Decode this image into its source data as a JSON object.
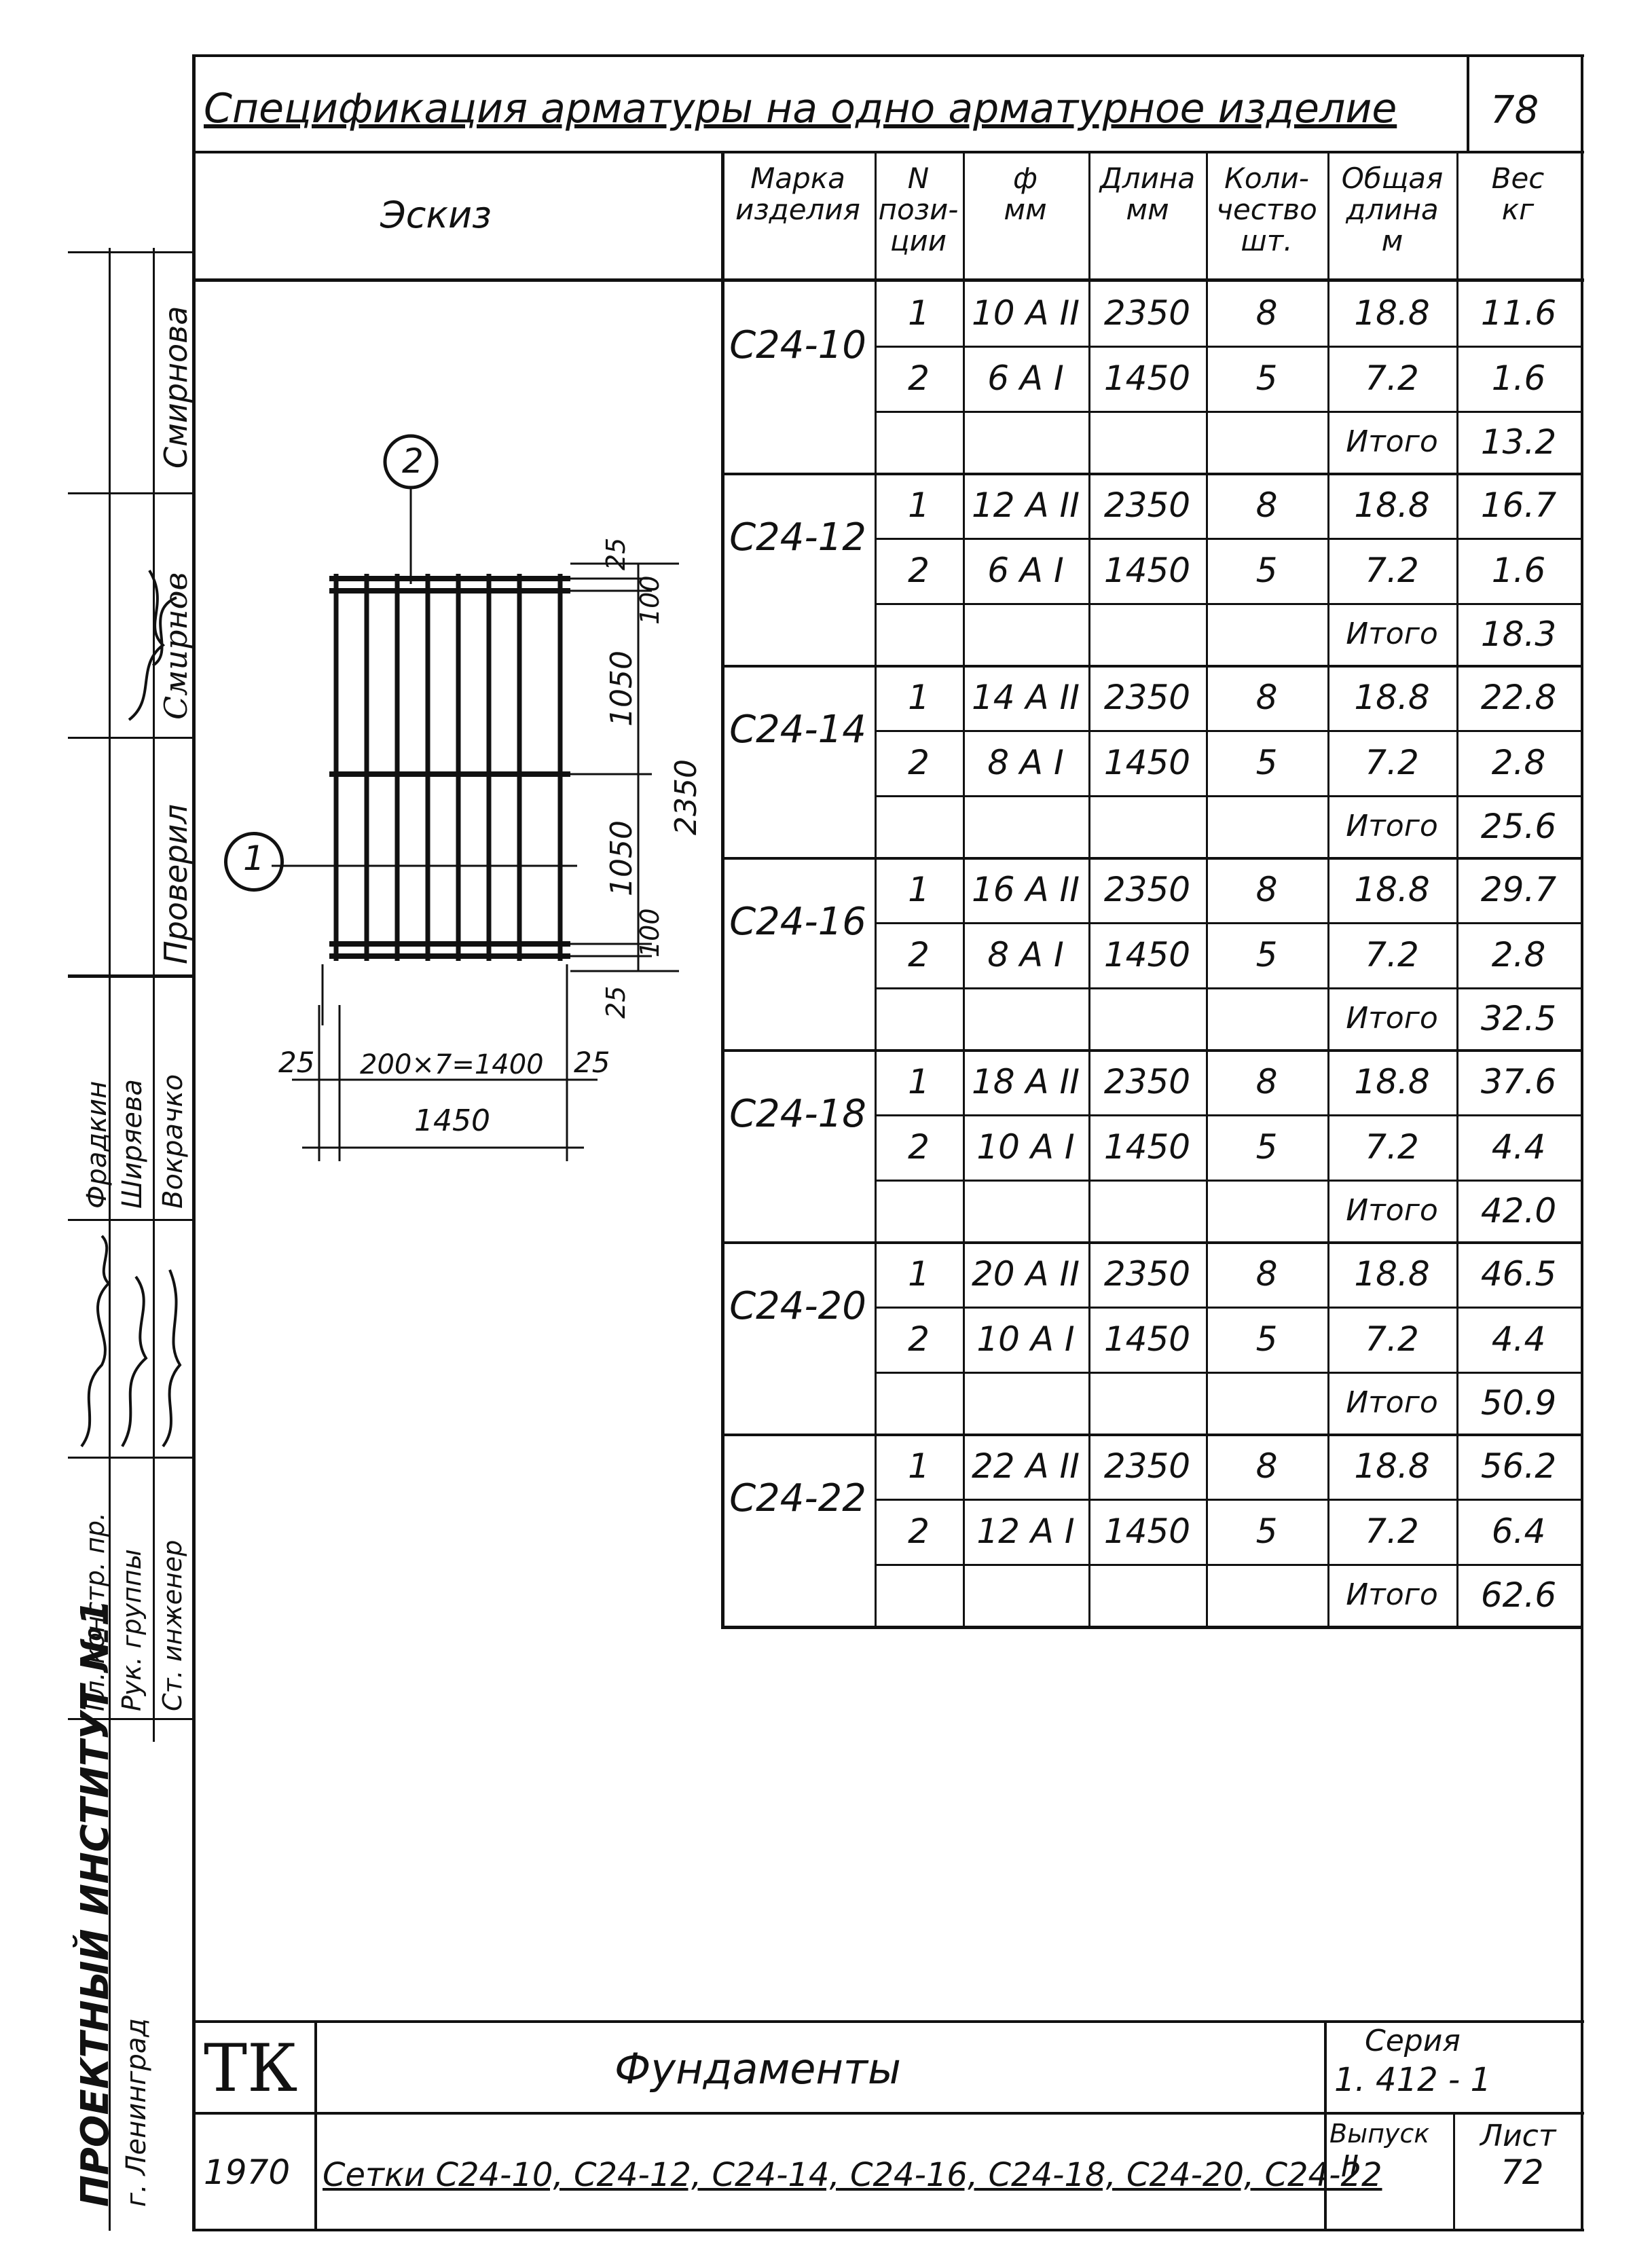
{
  "title": "Спецификация арматуры на одно арматурное изделие",
  "page_corner_number": "78",
  "table": {
    "columns": [
      "Эскиз",
      "Марка изделия",
      "N пози-ции",
      "ф мм",
      "Длина мм",
      "Коли-чество шт.",
      "Общая длина м",
      "Вес кг"
    ],
    "col_sketch": "Эскиз",
    "col_mark": [
      "Марка",
      "изделия"
    ],
    "col_pos": [
      "N",
      "пози-",
      "ции"
    ],
    "col_dia": [
      "ф",
      "мм"
    ],
    "col_len": [
      "Длина",
      "мм"
    ],
    "col_qty": [
      "Коли-",
      "чество",
      "шт."
    ],
    "col_total_len": [
      "Общая",
      "длина",
      "м"
    ],
    "col_weight": [
      "Вес",
      "кг"
    ],
    "groups": [
      {
        "mark": "С24-10",
        "rows": [
          {
            "pos": "1",
            "dia": "10 A II",
            "len": "2350",
            "qty": "8",
            "total": "18.8",
            "weight": "11.6"
          },
          {
            "pos": "2",
            "dia": "6 A I",
            "len": "1450",
            "qty": "5",
            "total": "7.2",
            "weight": "1.6"
          },
          {
            "pos": "",
            "dia": "",
            "len": "",
            "qty": "",
            "total": "Итого",
            "weight": "13.2"
          }
        ]
      },
      {
        "mark": "С24-12",
        "rows": [
          {
            "pos": "1",
            "dia": "12 A II",
            "len": "2350",
            "qty": "8",
            "total": "18.8",
            "weight": "16.7"
          },
          {
            "pos": "2",
            "dia": "6 A I",
            "len": "1450",
            "qty": "5",
            "total": "7.2",
            "weight": "1.6"
          },
          {
            "pos": "",
            "dia": "",
            "len": "",
            "qty": "",
            "total": "Итого",
            "weight": "18.3"
          }
        ]
      },
      {
        "mark": "С24-14",
        "rows": [
          {
            "pos": "1",
            "dia": "14 A II",
            "len": "2350",
            "qty": "8",
            "total": "18.8",
            "weight": "22.8"
          },
          {
            "pos": "2",
            "dia": "8 A I",
            "len": "1450",
            "qty": "5",
            "total": "7.2",
            "weight": "2.8"
          },
          {
            "pos": "",
            "dia": "",
            "len": "",
            "qty": "",
            "total": "Итого",
            "weight": "25.6"
          }
        ]
      },
      {
        "mark": "С24-16",
        "rows": [
          {
            "pos": "1",
            "dia": "16 A II",
            "len": "2350",
            "qty": "8",
            "total": "18.8",
            "weight": "29.7"
          },
          {
            "pos": "2",
            "dia": "8 A I",
            "len": "1450",
            "qty": "5",
            "total": "7.2",
            "weight": "2.8"
          },
          {
            "pos": "",
            "dia": "",
            "len": "",
            "qty": "",
            "total": "Итого",
            "weight": "32.5"
          }
        ]
      },
      {
        "mark": "С24-18",
        "rows": [
          {
            "pos": "1",
            "dia": "18 A II",
            "len": "2350",
            "qty": "8",
            "total": "18.8",
            "weight": "37.6"
          },
          {
            "pos": "2",
            "dia": "10 A I",
            "len": "1450",
            "qty": "5",
            "total": "7.2",
            "weight": "4.4"
          },
          {
            "pos": "",
            "dia": "",
            "len": "",
            "qty": "",
            "total": "Итого",
            "weight": "42.0"
          }
        ]
      },
      {
        "mark": "С24-20",
        "rows": [
          {
            "pos": "1",
            "dia": "20 A II",
            "len": "2350",
            "qty": "8",
            "total": "18.8",
            "weight": "46.5"
          },
          {
            "pos": "2",
            "dia": "10 A I",
            "len": "1450",
            "qty": "5",
            "total": "7.2",
            "weight": "4.4"
          },
          {
            "pos": "",
            "dia": "",
            "len": "",
            "qty": "",
            "total": "Итого",
            "weight": "50.9"
          }
        ]
      },
      {
        "mark": "С24-22",
        "rows": [
          {
            "pos": "1",
            "dia": "22 A II",
            "len": "2350",
            "qty": "8",
            "total": "18.8",
            "weight": "56.2"
          },
          {
            "pos": "2",
            "dia": "12 A I",
            "len": "1450",
            "qty": "5",
            "total": "7.2",
            "weight": "6.4"
          },
          {
            "pos": "",
            "dia": "",
            "len": "",
            "qty": "",
            "total": "Итого",
            "weight": "62.6"
          }
        ]
      }
    ]
  },
  "sketch": {
    "callout_bar2": "2",
    "callout_bar1": "1",
    "dim_top_25": "25",
    "dim_100_top": "100",
    "dim_1050_a": "1050",
    "dim_1050_b": "1050",
    "dim_100_bottom": "100",
    "dim_bottom_25": "25",
    "dim_2350": "2350",
    "dim_left_25": "25",
    "dim_spacing": "200×7=1400",
    "dim_right_25": "25",
    "dim_1450": "1450"
  },
  "side_stamp": {
    "names": [
      "Смирнова",
      "Смирнов",
      "Проверил",
      "Фрадкин",
      "Ширяева",
      "Вокрачко"
    ],
    "roles": [
      "Гл. констр. пр.",
      "Рук. группы",
      "Ст. инженер"
    ],
    "institute": "ПРОЕКТНЫЙ ИНСТИТУТ №1",
    "city": "г. Ленинград"
  },
  "title_block": {
    "logo": "ТК",
    "subject": "Фундаменты",
    "series_label": "Серия",
    "series_value": "1. 412 - 1",
    "year": "1970",
    "description": "Сетки С24-10, С24-12, С24-14, С24-16, С24-18, С24-20, С24-22",
    "issue_label": "Выпуск",
    "issue_value": "II",
    "sheet_label": "Лист",
    "sheet_value": "72"
  }
}
